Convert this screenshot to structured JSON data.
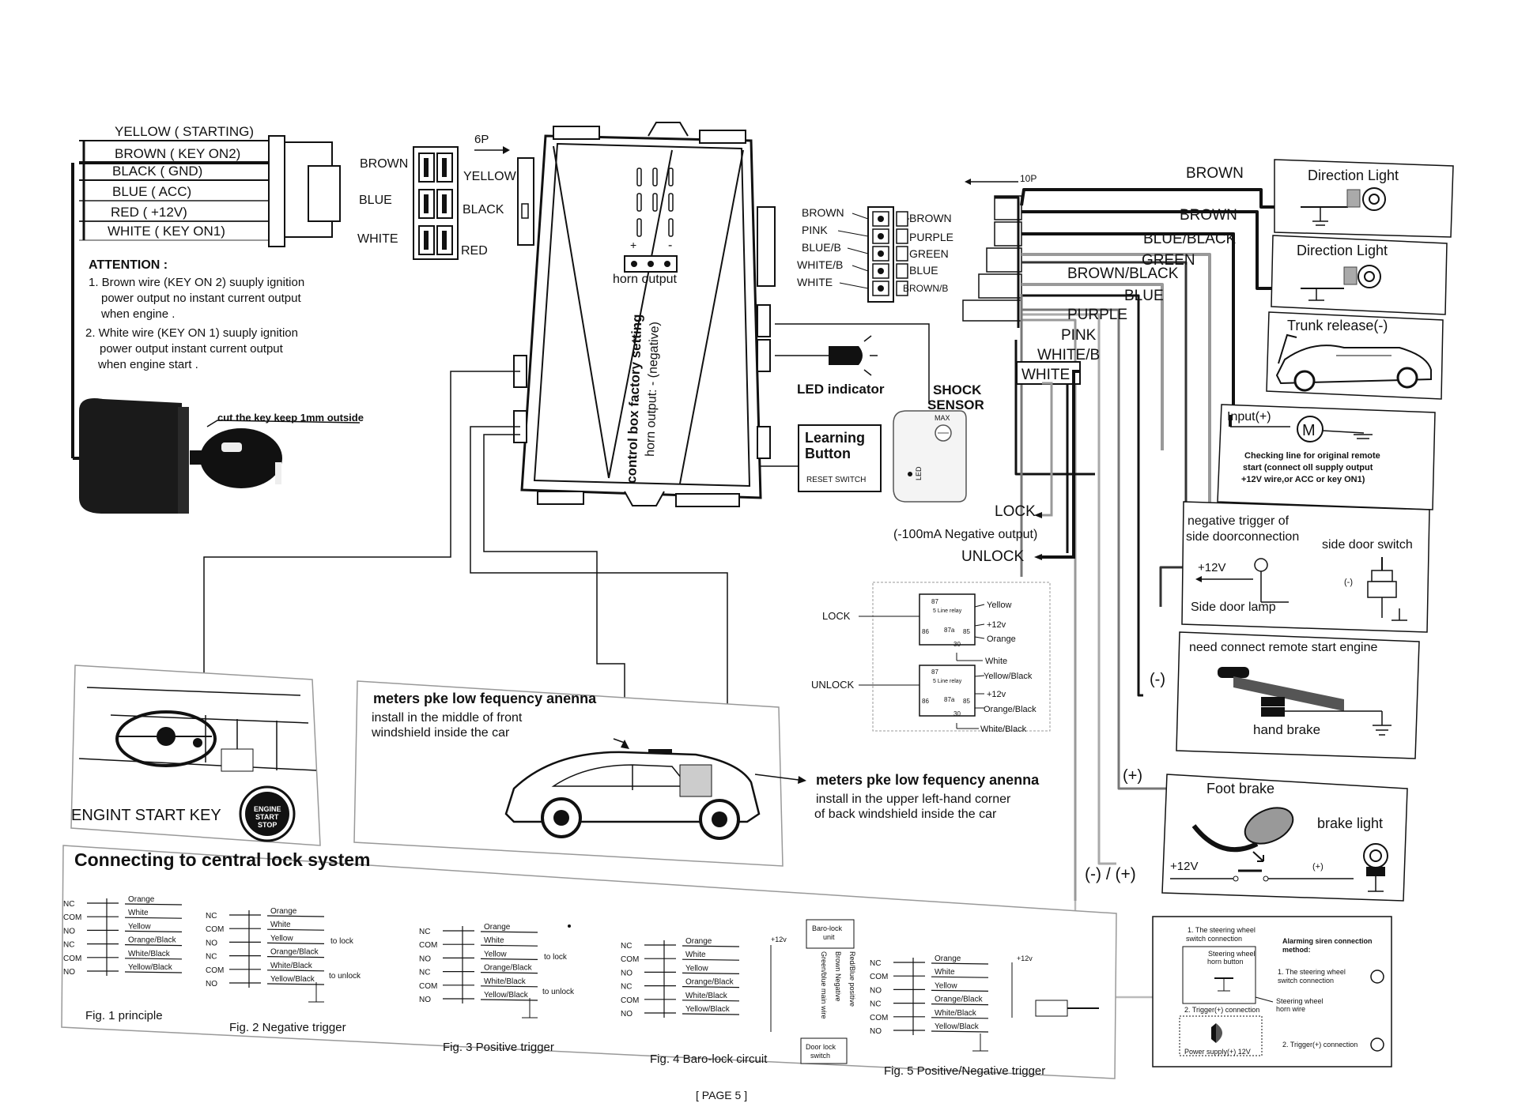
{
  "wire_harness": {
    "wires": [
      "YELLOW ( STARTING)",
      "BROWN ( KEY ON2)",
      "BLACK ( GND)",
      "BLUE ( ACC)",
      "RED ( +12V)",
      "WHITE ( KEY ON1)"
    ]
  },
  "attention": {
    "title": "ATTENTION :",
    "note1": [
      "1. Brown wire (KEY ON 2) suuply ignition",
      "power output no instant current output",
      "when engine ."
    ],
    "note2": [
      "2. White wire (KEY ON 1) suuply ignition",
      "power output instant current output",
      "when engine start ."
    ],
    "key_note": "cut the key keep 1mm outside"
  },
  "connector_6p": {
    "label": "6P",
    "left": [
      "BROWN",
      "BLUE",
      "WHITE"
    ],
    "right": [
      "YELLOW",
      "BLACK",
      "RED"
    ]
  },
  "control_box": {
    "horn_label": "horn output",
    "plus": "+",
    "minus": "-",
    "vertical_1": "control box factory setting",
    "vertical_2": "horn output: - (negative)"
  },
  "connector_mid": {
    "left": [
      "BROWN",
      "PINK",
      "BLUE/B",
      "WHITE/B",
      "WHITE"
    ],
    "right": [
      "BROWN",
      "PURPLE",
      "GREEN",
      "BLUE",
      "BROWN/B"
    ]
  },
  "led": {
    "label": "LED indicator"
  },
  "shock": {
    "title": [
      "SHOCK",
      "SENSOR"
    ],
    "max": "MAX",
    "led": "LED"
  },
  "learning": {
    "title": [
      "Learning",
      "Button"
    ],
    "sub": "RESET SWITCH"
  },
  "connector_10p": {
    "label": "10P"
  },
  "right_wires": [
    "BROWN",
    "BROWN",
    "BLUE/BLACK",
    "GREEN",
    "BROWN/BLACK",
    "BLUE",
    "PURPLE",
    "PINK",
    "WHITE/B",
    "WHITE"
  ],
  "lock_labels": {
    "lock": "LOCK",
    "note": "(-100mA Negative output)",
    "unlock": "UNLOCK"
  },
  "right_boxes": {
    "direction1": "Direction Light",
    "direction2": "Direction Light",
    "trunk": "Trunk release(-)",
    "input": "Input(+)",
    "motor": "M",
    "checking": [
      "Checking line for original remote",
      "start (connect oll supply output",
      "+12V wire,or ACC or key ON1)"
    ],
    "door_title": [
      "negative trigger of",
      "side doorconnection"
    ],
    "door_switch": "side door switch",
    "plus12v": "+12V",
    "neg": "(-)",
    "door_lamp": "Side door lamp",
    "remote_start": "need connect remote start engine",
    "hand_brake": "hand brake",
    "hb_neg": "(-)",
    "fb_pos": "(+)",
    "foot_brake": "Foot brake",
    "brake_light": "brake light",
    "fb_12v": "+12V",
    "fb_plus": "(+)",
    "fb_sel": "(-) / (+)"
  },
  "relays": {
    "lock": "LOCK",
    "unlock": "UNLOCK",
    "lock_pins": [
      "Yellow",
      "+12v",
      "Orange",
      "White"
    ],
    "unlock_pins": [
      "Yellow/Black",
      "+12v",
      "Orange/Black",
      "White/Black"
    ],
    "relay_caption": "5 Line relay",
    "pin_87": "87",
    "pin_87a": "87a",
    "pin_86": "86",
    "pin_85": "85",
    "pin_30": "30"
  },
  "start_key": {
    "label": "ENGINT START KEY",
    "button": [
      "ENGINE",
      "START",
      "STOP"
    ]
  },
  "antenna": {
    "front_title": "meters pke low fequency anenna",
    "front_sub": [
      "install in the middle of front",
      "windshield inside the car"
    ],
    "back_title": "meters pke low fequency anenna",
    "back_sub": [
      "install in the upper left-hand corner",
      "of back windshield inside the car"
    ]
  },
  "central_lock": {
    "title": "Connecting to central lock system",
    "terms": [
      "NC",
      "COM",
      "NO",
      "NC",
      "COM",
      "NO"
    ],
    "wires": [
      "Orange",
      "White",
      "Yellow",
      "Orange/Black",
      "White/Black",
      "Yellow/Black"
    ],
    "to_lock": "to lock",
    "to_unlock": "to unlock",
    "v12": "+12v",
    "baro_unit": [
      "Baro-lock",
      "unit"
    ],
    "baro_wires": [
      "Red/Blue positive",
      "Brown Negative",
      "Green/blue main wire"
    ],
    "door_lock": [
      "Door lock",
      "switch"
    ],
    "figs": [
      "Fig. 1 principle",
      "Fig. 2 Negative trigger",
      "Fig. 3 Positive trigger",
      "Fig. 4 Baro-lock circuit",
      "Fig. 5 Positive/Negative trigger"
    ]
  },
  "siren_box": {
    "left_1": [
      "1. The steering wheel",
      "switch connection"
    ],
    "horn_button": [
      "Steering wheel",
      "horn button"
    ],
    "left_2": "2. Trigger(+) connection",
    "power": "Power supply(+) 12V",
    "right_title": [
      "Alarming siren connection",
      "method:"
    ],
    "right_1": [
      "1. The steering wheel",
      "switch connection"
    ],
    "horn_wire": [
      "Steering wheel",
      "horn wire"
    ],
    "right_2": "2. Trigger(+) connection"
  },
  "page": "[ PAGE 5 ]"
}
